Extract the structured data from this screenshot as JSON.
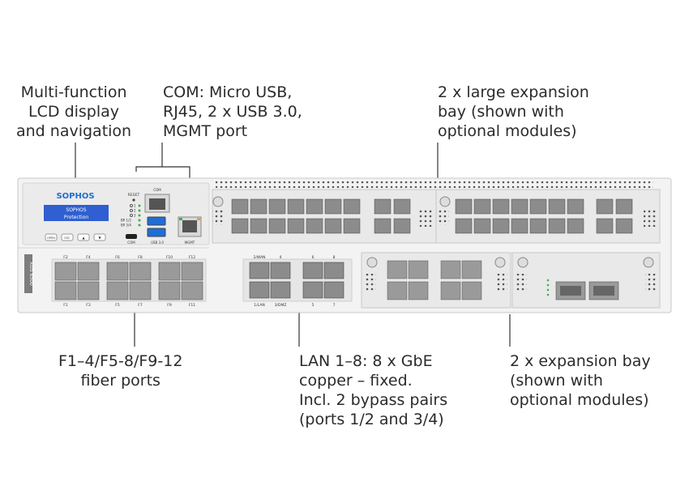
{
  "callouts": {
    "lcd": "Multi-function\nLCD display\nand navigation",
    "com": "COM: Micro USB,\nRJ45, 2 x USB 3.0,\nMGMT port",
    "large_bay": "2 x large expansion\nbay (shown with\noptional modules)",
    "fiber": "F1–4/F5-8/F9-12\nfiber ports",
    "lan": "LAN 1–8: 8 x GbE\ncopper – fixed.\nIncl. 2 bypass pairs\n(ports 1/2 and 3/4)",
    "exp_bay": "2 x expansion bay\n(shown with\noptional modules)"
  },
  "device": {
    "brand": "SOPHOS",
    "lcd_line1": "SOPHOS",
    "lcd_line2": "Protection",
    "model": "XGS 6500",
    "reset_label": "RESET",
    "com_label": "COM",
    "com_top_label": "COM",
    "usb_label": "USB 3.0",
    "mgmt_label": "MGMT",
    "led_labels": [
      "1",
      "2",
      "3",
      "BP 1/2",
      "BP 3/4"
    ],
    "nav_buttons": [
      "OPEN",
      "ESC",
      "▲",
      "▼"
    ],
    "fiber_top_labels": [
      "F2",
      "F4",
      "F6",
      "F8",
      "F10",
      "F12"
    ],
    "fiber_bottom_labels": [
      "F1",
      "F3",
      "F5",
      "F7",
      "F9",
      "F11"
    ],
    "lan_top_labels": [
      "2/WAN",
      "4",
      "6",
      "8"
    ],
    "lan_bottom_labels": [
      "1/LAN",
      "3/DMZ",
      "5",
      "7"
    ],
    "colors": {
      "chassis": "#f3f3f3",
      "accent_blue": "#1d6fd6",
      "lcd": "#2f5fd0",
      "port": "#8c8c8c",
      "text": "#2b2b2b"
    }
  }
}
